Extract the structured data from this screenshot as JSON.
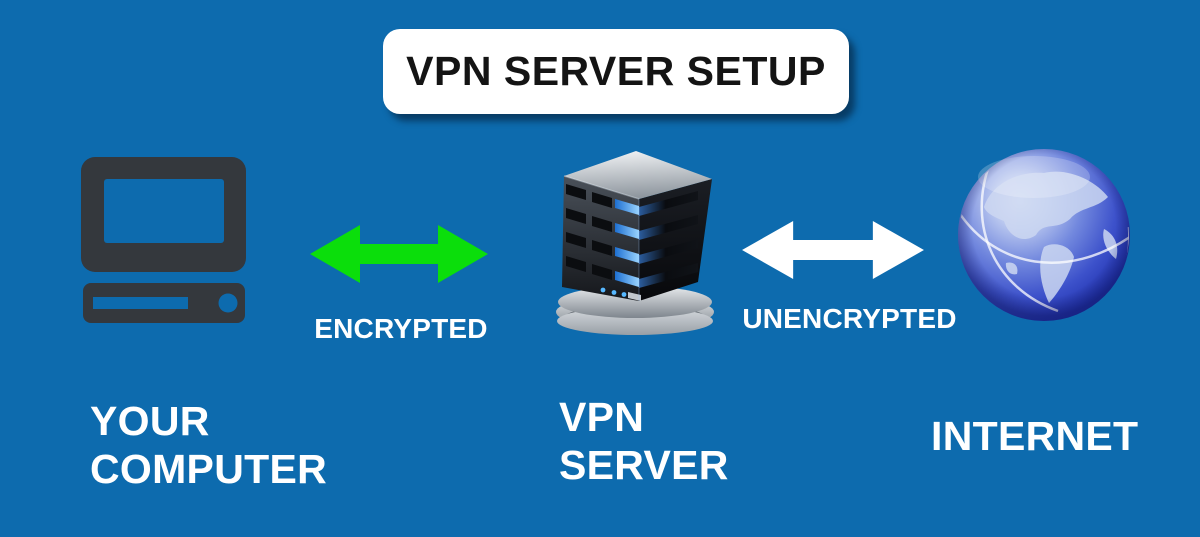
{
  "title": {
    "label": "VPN SERVER SETUP"
  },
  "nodes": {
    "computer": {
      "line1": "YOUR",
      "line2": "COMPUTER",
      "icon": "desktop-computer-icon"
    },
    "vpn_server": {
      "line1": "VPN",
      "line2": "SERVER",
      "icon": "server-tower-icon"
    },
    "internet": {
      "line1": "INTERNET",
      "icon": "globe-icon"
    }
  },
  "links": {
    "encrypted": {
      "label": "ENCRYPTED",
      "arrow": "double-headed",
      "color": "#0BDE0B"
    },
    "unencrypted": {
      "label": "UNENCRYPTED",
      "arrow": "double-headed",
      "color": "#FFFFFF"
    }
  },
  "colors": {
    "background": "#0D6BAE",
    "title_box_bg": "#FFFFFF",
    "title_text": "#141414",
    "label_text": "#FFFFFF",
    "computer_icon": "#34383D",
    "server_led": "#6FC0FF",
    "globe_base": "#3D52CB"
  }
}
